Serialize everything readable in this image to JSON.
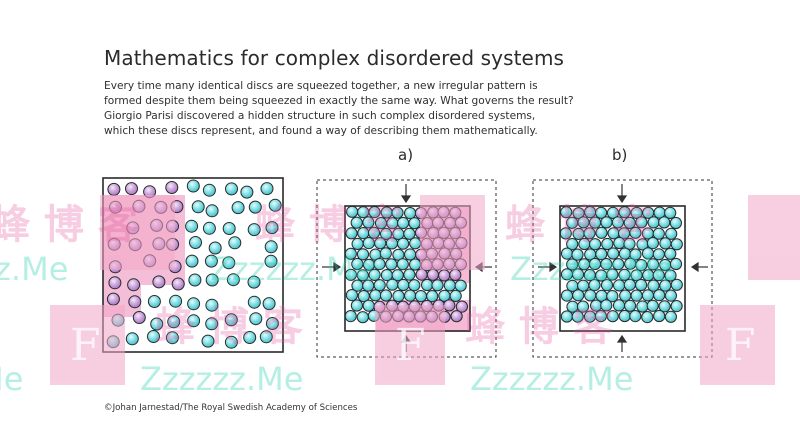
{
  "figure": {
    "title": "Mathematics for complex disordered systems",
    "description_lines": [
      "Every time many identical discs are squeezed together, a new irregular pattern is",
      "formed despite them being squeezed in exactly the same way. What governs the result?",
      "Giorgio Parisi discovered a hidden structure in such complex disordered systems,",
      "which these discs represent, and found a way of describing them mathematically."
    ],
    "panel_labels": {
      "a": "a)",
      "b": "b)"
    },
    "credit": "©Johan Jarnestad/The Royal Swedish Academy of Sciences"
  },
  "colors": {
    "disc_cyan": "#7ee0e6",
    "disc_purple": "#cba3dc",
    "pink_region": "#f3b3d1",
    "outline": "#2a2a2a",
    "text": "#2b2b2b"
  },
  "watermark": {
    "text_cn": "蜂 博 客",
    "text_url": "Zzzzzz.Me",
    "letter": "F",
    "color": "#e0509a"
  }
}
